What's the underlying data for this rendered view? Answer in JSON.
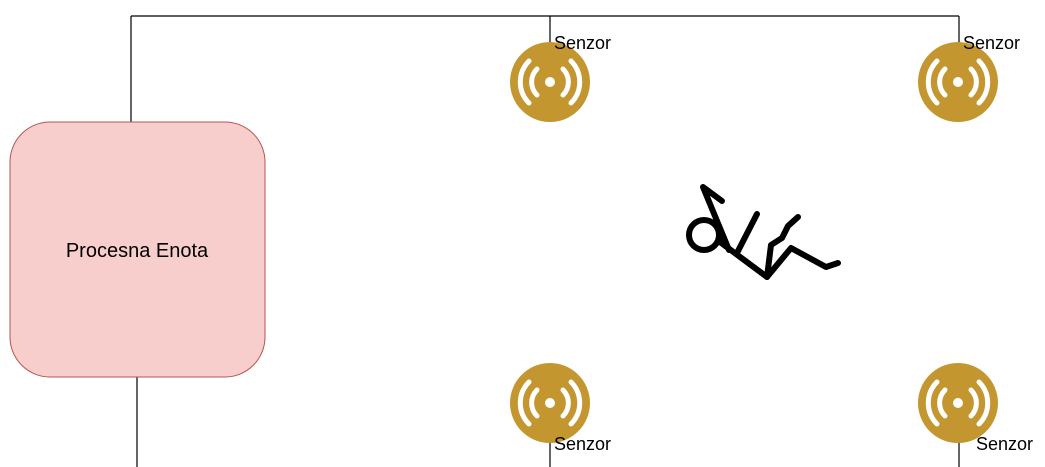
{
  "processing_unit": {
    "label": "Procesna Enota"
  },
  "sensors": [
    {
      "id": "top-middle",
      "label": "Senzor",
      "icon": "sensor-icon"
    },
    {
      "id": "top-right",
      "label": "Senzor",
      "icon": "sensor-icon"
    },
    {
      "id": "bottom-middle",
      "label": "Senzor",
      "icon": "sensor-icon"
    },
    {
      "id": "bottom-right",
      "label": "Senzor",
      "icon": "sensor-icon"
    }
  ],
  "figure": {
    "icon": "falling-person-icon"
  },
  "colors": {
    "unit_fill": "#f8cecc",
    "unit_stroke": "#b85450",
    "sensor_color": "#c4962f",
    "wire_color": "#000000"
  }
}
